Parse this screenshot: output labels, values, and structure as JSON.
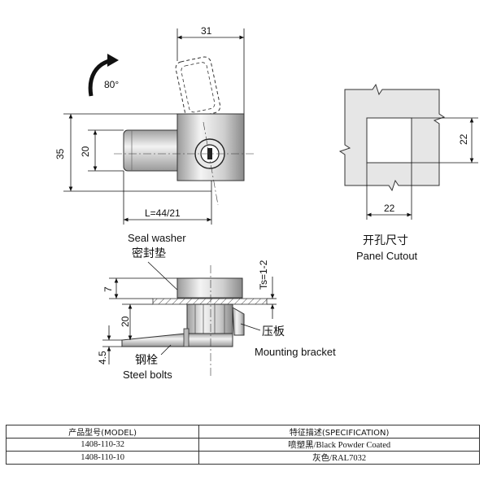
{
  "dimensions": {
    "width_top": "31",
    "angle": "80°",
    "height_left": "35",
    "height_inner": "20",
    "length": "L=44/21",
    "cutout_height": "22",
    "cutout_width": "22",
    "depth_7": "7",
    "thickness": "Ts=1-2",
    "depth_20": "20",
    "depth_45": "4.5"
  },
  "labels": {
    "panel_cutout_cn": "开孔尺寸",
    "panel_cutout_en": "Panel Cutout",
    "seal_washer_en": "Seal washer",
    "seal_washer_cn": "密封垫",
    "mounting_bracket_cn": "压板",
    "mounting_bracket_en": "Mounting bracket",
    "steel_bolts_cn": "钢栓",
    "steel_bolts_en": "Steel bolts"
  },
  "table": {
    "headers": [
      "产品型号(MODEL)",
      "特征描述(SPECIFICATION)"
    ],
    "rows": [
      [
        "1408-110-32",
        "喷塑黑/Black Powder Coated"
      ],
      [
        "1408-110-10",
        "灰色/RAL7032"
      ]
    ]
  }
}
